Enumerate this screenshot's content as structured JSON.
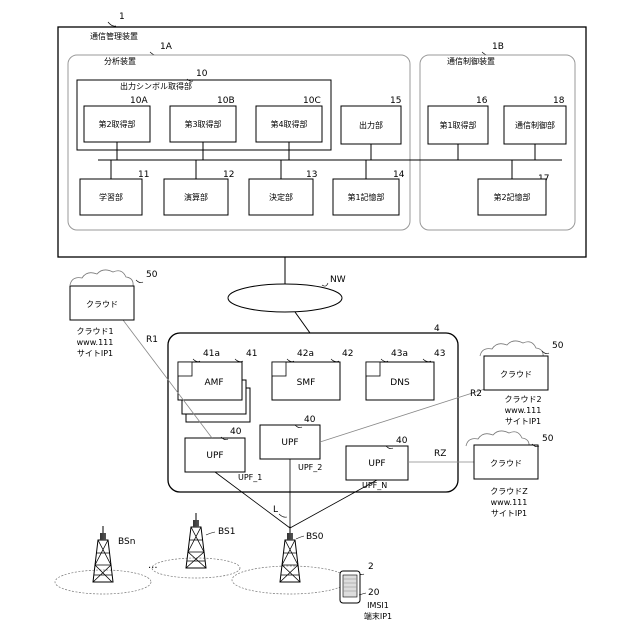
{
  "device": {
    "ref": "1",
    "title": "通信管理装置",
    "analysis": {
      "ref": "1A",
      "title": "分析装置",
      "output_symbol_unit": {
        "ref": "10",
        "title": "出力シンボル取得部"
      },
      "acq2": {
        "ref": "10A",
        "label": "第2取得部"
      },
      "acq3": {
        "ref": "10B",
        "label": "第3取得部"
      },
      "acq4": {
        "ref": "10C",
        "label": "第4取得部"
      },
      "output": {
        "ref": "15",
        "label": "出力部"
      },
      "learning": {
        "ref": "11",
        "label": "学習部"
      },
      "calc": {
        "ref": "12",
        "label": "演算部"
      },
      "decision": {
        "ref": "13",
        "label": "決定部"
      },
      "storage1": {
        "ref": "14",
        "label": "第1記憶部"
      }
    },
    "comm": {
      "ref": "1B",
      "title": "通信制御装置",
      "acq1": {
        "ref": "16",
        "label": "第1取得部"
      },
      "control": {
        "ref": "18",
        "label": "通信制御部"
      },
      "storage2": {
        "ref": "17",
        "label": "第2記憶部"
      }
    }
  },
  "network": {
    "label": "NW"
  },
  "core": {
    "ref": "4",
    "amf": {
      "ref": "41",
      "sub": "41a",
      "label": "AMF"
    },
    "smf": {
      "ref": "42",
      "sub": "42a",
      "label": "SMF"
    },
    "dns": {
      "ref": "43",
      "sub": "43a",
      "label": "DNS"
    },
    "upf_ref": "40",
    "upf_label": "UPF",
    "upf1_name": "UPF_1",
    "upf2_name": "UPF_2",
    "upfn_name": "UPF_N"
  },
  "clouds": {
    "ref": "50",
    "label": "クラウド",
    "c1": {
      "caption": [
        "クラウド1",
        "www.111",
        "サイトIP1"
      ],
      "link": "R1"
    },
    "c2": {
      "caption": [
        "クラウド2",
        "www.111",
        "サイトIP1"
      ],
      "link": "R2"
    },
    "cz": {
      "caption": [
        "クラウドZ",
        "www.111",
        "サイトIP1"
      ],
      "link": "RZ"
    }
  },
  "ran": {
    "link": "L",
    "bsn": "BSn",
    "bs1": "BS1",
    "bs0": "BS0",
    "ellipsis": "..."
  },
  "terminal": {
    "ref": "2",
    "sub": "20",
    "caption": [
      "IMSI1",
      "端末IP1"
    ]
  }
}
